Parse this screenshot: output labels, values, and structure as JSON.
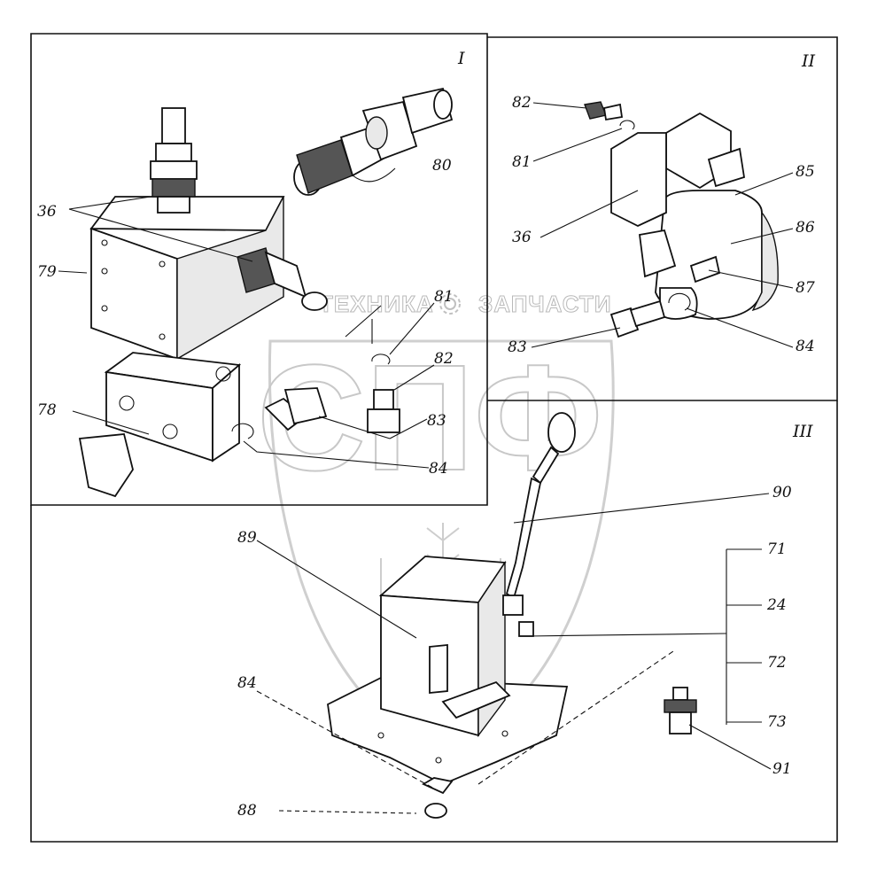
{
  "watermark": {
    "left_text": "ТЕХНИКА",
    "right_text": "ЗАПЧАСТИ",
    "logo_text": "СПФ"
  },
  "panels": {
    "one": "I",
    "two": "II",
    "three": "III"
  },
  "callouts": {
    "c36a": "36",
    "c79": "79",
    "c80": "80",
    "c81a": "81",
    "c82a": "82",
    "c78": "78",
    "c83a": "83",
    "c84a": "84",
    "c82b": "82",
    "c81b": "81",
    "c85": "85",
    "c36b": "36",
    "c86": "86",
    "c87": "87",
    "c83b": "83",
    "c84b": "84",
    "c90": "90",
    "c89": "89",
    "c71": "71",
    "c24": "24",
    "c72": "72",
    "c73": "73",
    "c84c": "84",
    "c91": "91",
    "c88": "88"
  }
}
